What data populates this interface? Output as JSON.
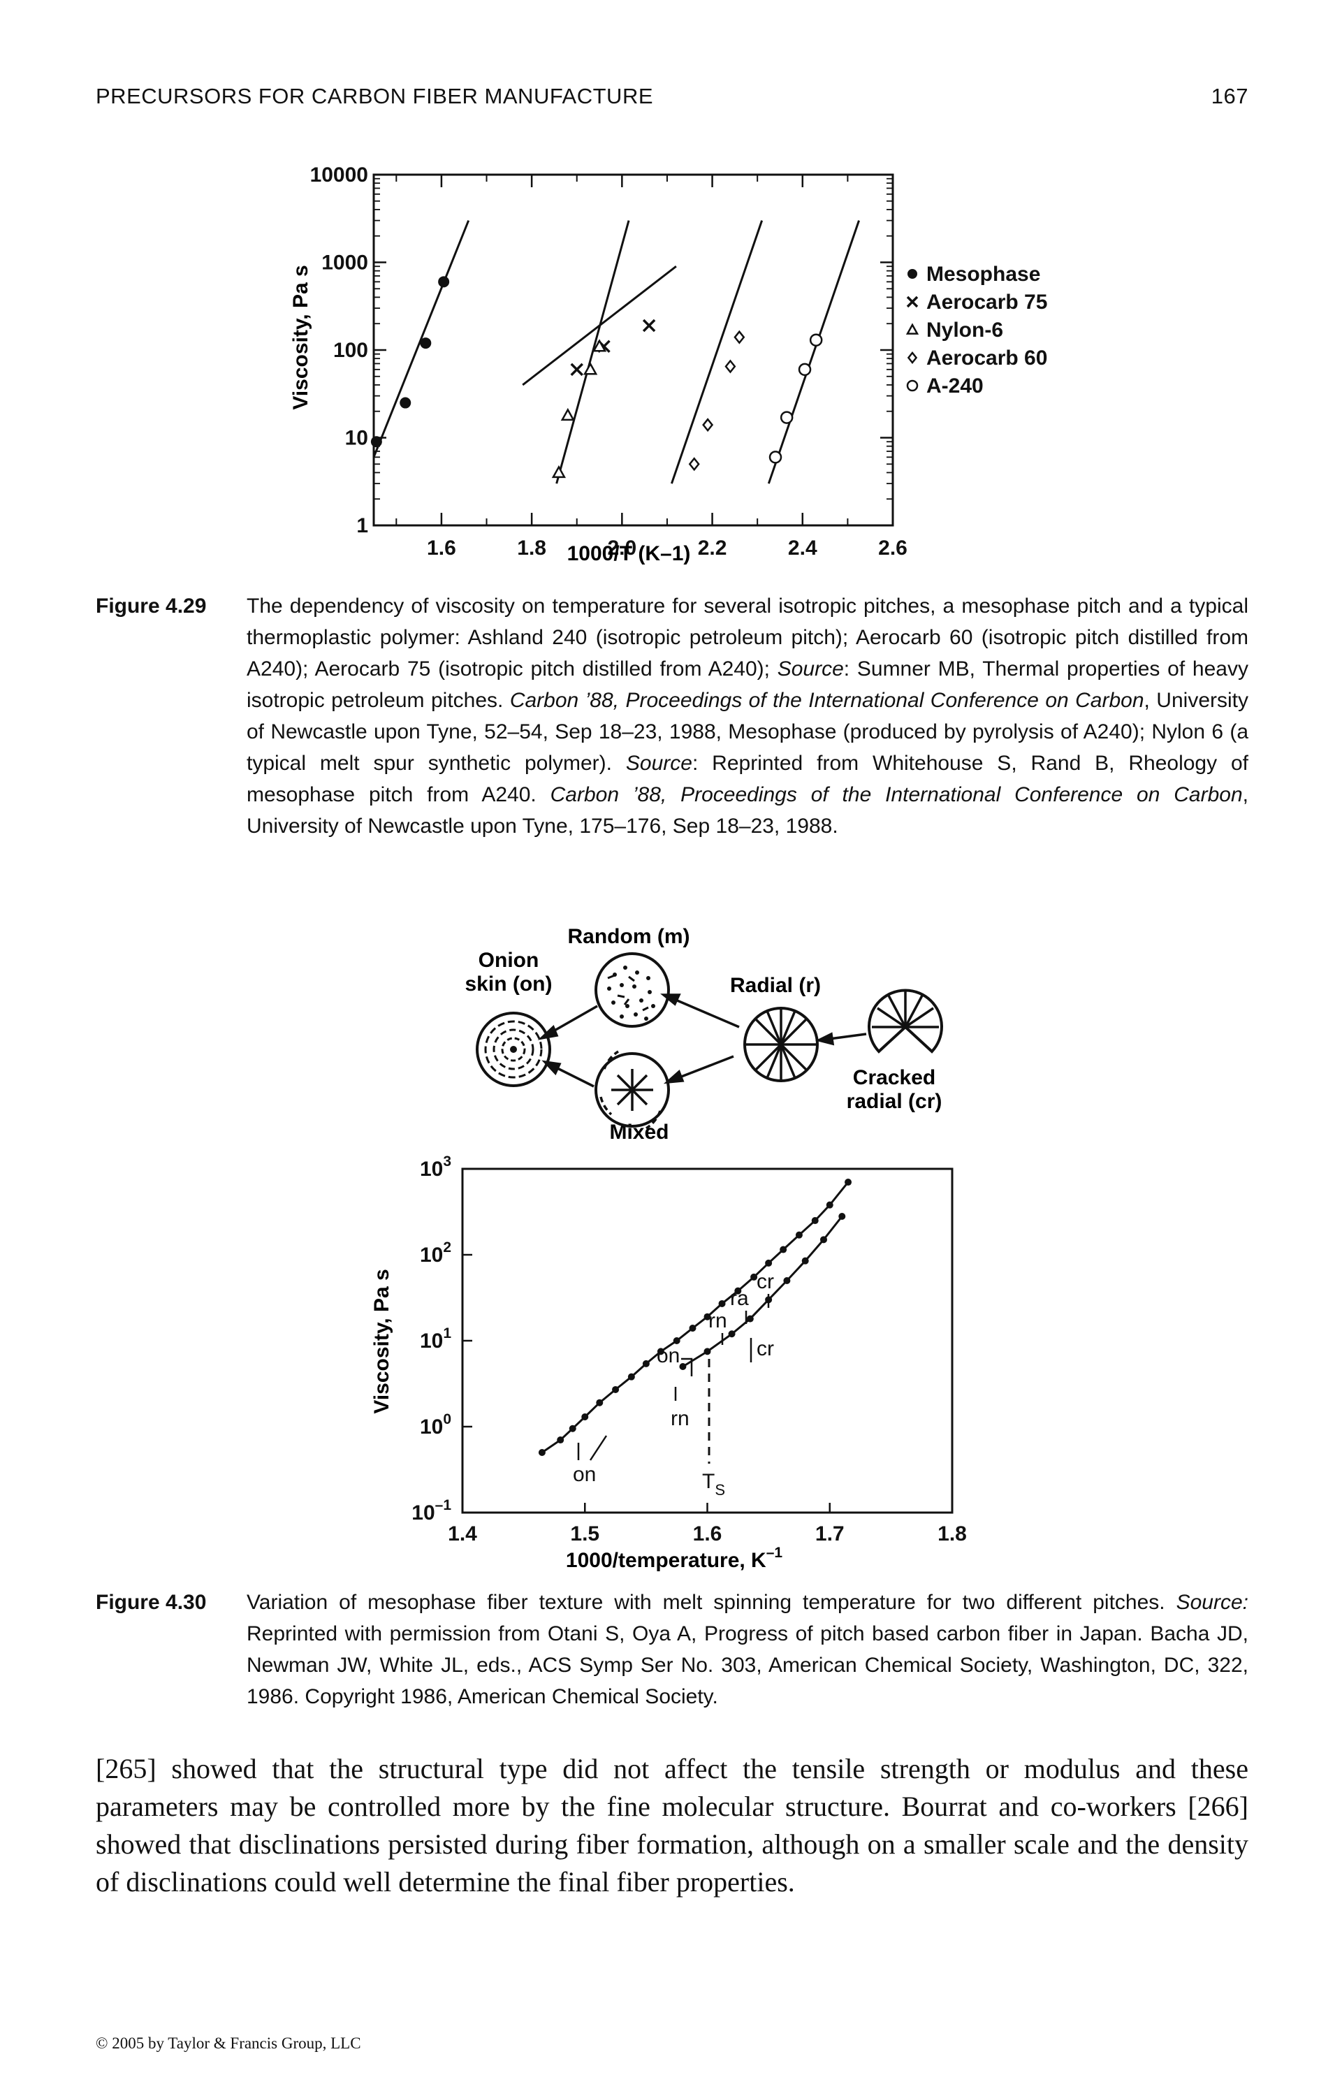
{
  "header": {
    "running_title": "PRECURSORS FOR CARBON FIBER MANUFACTURE",
    "page_number": "167"
  },
  "figure_4_29": {
    "label": "Figure 4.29",
    "caption": [
      {
        "t": "The dependency of viscosity on temperature for several isotropic pitches, a mesophase pitch and a typical thermoplastic polymer: Ashland 240 (isotropic petroleum pitch); Aerocarb 60 (isotropic pitch distilled from A240); Aerocarb 75 (isotropic pitch distilled from A240); ",
        "i": false
      },
      {
        "t": "Source",
        "i": true
      },
      {
        "t": ": Sumner MB, Thermal properties of heavy isotropic petroleum pitches. ",
        "i": false
      },
      {
        "t": "Carbon ’88, Proceedings of the International Conference on Carbon",
        "i": true
      },
      {
        "t": ", University of Newcastle upon Tyne, 52–54, Sep 18–23, 1988, Mesophase (produced by pyrolysis of A240); Nylon 6 (a typical melt spur synthetic polymer). ",
        "i": false
      },
      {
        "t": "Source",
        "i": true
      },
      {
        "t": ": Reprinted from Whitehouse S, Rand B, Rheology of mesophase pitch from A240. ",
        "i": false
      },
      {
        "t": "Carbon ’88, Proceedings of the International Conference on Carbon",
        "i": true
      },
      {
        "t": ", University of Newcastle upon Tyne, 175–176, Sep 18–23, 1988.",
        "i": false
      }
    ]
  },
  "figure_4_30": {
    "label": "Figure 4.30",
    "caption": [
      {
        "t": "Variation of mesophase fiber texture with melt spinning temperature for two different pitches. ",
        "i": false
      },
      {
        "t": "Source:",
        "i": true
      },
      {
        "t": " Reprinted with permission from Otani S, Oya A, Progress of pitch based carbon fiber in Japan. Bacha JD, Newman JW, White JL, eds., ACS Symp Ser No. 303, American Chemical Society, Washington, DC, 322, 1986. Copyright 1986, American Chemical Society.",
        "i": false
      }
    ]
  },
  "textures": {
    "onion": "Onion\nskin (on)",
    "random": "Random (m)",
    "radial": "Radial (r)",
    "cracked": "Cracked\nradial (cr)",
    "mixed": "Mixed"
  },
  "body_text": "[265] showed that the structural type did not affect the tensile strength or modulus and these parameters may be controlled more by the fine molecular structure. Bourrat and co-workers [266] showed that disclinations persisted during fiber formation, although on a smaller scale and the density of disclinations could well determine the final fiber properties.",
  "footer": {
    "copyright": "© 2005 by Taylor & Francis Group, LLC"
  },
  "chart_data": [
    {
      "type": "scatter",
      "ylabel": "Viscosity, Pa s",
      "xlabel": "1000/T (K–1)",
      "y_scale": "log",
      "ylim": [
        1,
        10000
      ],
      "xlim": [
        1.45,
        2.6
      ],
      "x_ticks": [
        "1.6",
        "1.8",
        "2.0",
        "2.2",
        "2.4",
        "2.6"
      ],
      "y_ticks": [
        "1",
        "10",
        "100",
        "1000",
        "10000"
      ],
      "legend_position": "right",
      "series": [
        {
          "name": "Mesophase",
          "marker": "filled-circle",
          "x": [
            1.456,
            1.52,
            1.565,
            1.605
          ],
          "y": [
            9,
            25,
            120,
            600
          ]
        },
        {
          "name": "Aerocarb 75",
          "marker": "cross",
          "x": [
            1.9,
            1.96,
            2.06
          ],
          "y": [
            60,
            110,
            190
          ]
        },
        {
          "name": "Nylon-6",
          "marker": "triangle",
          "x": [
            1.86,
            1.88,
            1.93,
            1.95
          ],
          "y": [
            4,
            18,
            60,
            110
          ]
        },
        {
          "name": "Aerocarb 60",
          "marker": "diamond",
          "x": [
            2.16,
            2.19,
            2.24,
            2.26
          ],
          "y": [
            5,
            14,
            65,
            140
          ]
        },
        {
          "name": "A-240",
          "marker": "open-circle",
          "x": [
            2.34,
            2.365,
            2.405,
            2.43
          ],
          "y": [
            6,
            17,
            60,
            130
          ]
        }
      ],
      "fit_lines": [
        {
          "x": [
            1.45,
            1.66
          ],
          "y": [
            6,
            3000
          ]
        },
        {
          "x": [
            1.78,
            2.12
          ],
          "y": [
            40,
            900
          ]
        },
        {
          "x": [
            1.855,
            2.015
          ],
          "y": [
            3,
            3000
          ]
        },
        {
          "x": [
            2.11,
            2.31
          ],
          "y": [
            3,
            3000
          ]
        },
        {
          "x": [
            2.325,
            2.525
          ],
          "y": [
            3,
            3000
          ]
        }
      ]
    },
    {
      "type": "scatter",
      "ylabel": "Viscosity, Pa s",
      "xlabel": "1000/temperature, K",
      "xlabel_superscript": "–1",
      "y_scale": "log",
      "ylim": [
        0.1,
        1000
      ],
      "xlim": [
        1.4,
        1.8
      ],
      "x_ticks": [
        "1.4",
        "1.5",
        "1.6",
        "1.7",
        "1.8"
      ],
      "y_ticks": [
        [
          "10",
          "–1"
        ],
        [
          "10",
          "0"
        ],
        [
          "10",
          "1"
        ],
        [
          "10",
          "2"
        ],
        [
          "10",
          "3"
        ]
      ],
      "series": [
        {
          "name": "",
          "x": [
            1.465,
            1.48,
            1.49,
            1.5,
            1.512,
            1.525,
            1.538,
            1.55,
            1.562,
            1.575,
            1.588,
            1.6,
            1.612,
            1.625,
            1.638,
            1.65,
            1.662,
            1.675,
            1.688,
            1.7,
            1.715
          ],
          "y": [
            0.5,
            0.7,
            0.95,
            1.3,
            1.9,
            2.7,
            3.8,
            5.4,
            7.5,
            10,
            14,
            19,
            27,
            38,
            55,
            80,
            115,
            170,
            250,
            380,
            700
          ]
        },
        {
          "name": "",
          "x": [
            1.58,
            1.6,
            1.62,
            1.635,
            1.65,
            1.665,
            1.68,
            1.695,
            1.71
          ],
          "y": [
            5,
            7.5,
            12,
            18,
            30,
            50,
            85,
            150,
            280
          ]
        }
      ],
      "annotations": [
        "on",
        "rn",
        "ra",
        "cr",
        "cr",
        "on",
        "rn"
      ],
      "ts_label": "T",
      "ts_subscript": "S"
    }
  ]
}
